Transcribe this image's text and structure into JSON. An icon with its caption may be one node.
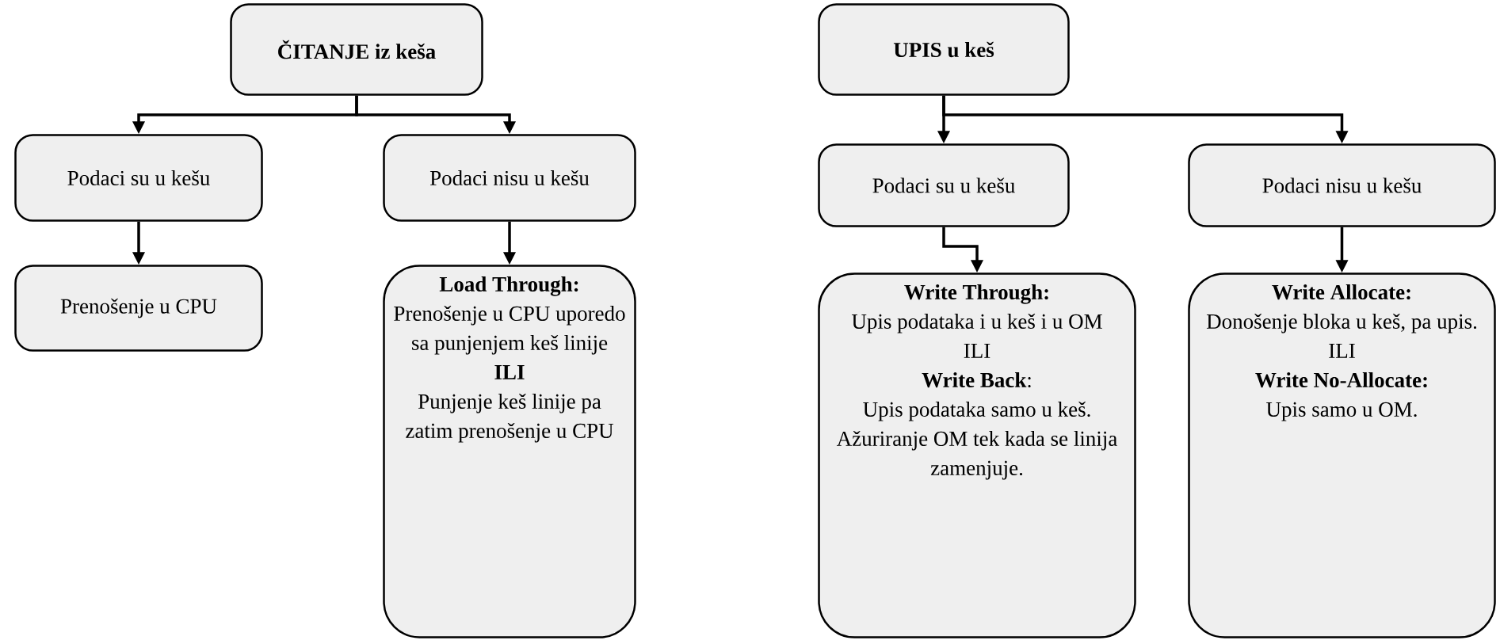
{
  "diagram": {
    "nodes": [
      {
        "text": [
          "ČITANJE iz keša"
        ]
      },
      {
        "text": [
          "Podaci su u kešu"
        ]
      },
      {
        "text": [
          "Podaci nisu u kešu"
        ]
      },
      {
        "text": [
          "Prenošenje u CPU"
        ]
      },
      {
        "text": [
          "**Load Through:**",
          "Prenošenje u CPU uporedo sa punjenjem keš linije",
          "**ILI**",
          "Punjenje keš linije pa zatim prenošenje u CPU"
        ]
      },
      {
        "text": [
          "UPIS u keš"
        ]
      },
      {
        "text": [
          "Podaci su u kešu"
        ]
      },
      {
        "text": [
          "Podaci nisu u kešu"
        ]
      },
      {
        "text": [
          "**Write Through:**",
          "Upis podataka i u keš i u OM",
          "ILI",
          "**Write Back**:",
          "Upis podataka samo u keš. Ažuriranje OM tek kada se linija zamenjuje."
        ]
      },
      {
        "text": [
          "**Write Allocate:**",
          "Donošenje bloka u keš, pa upis.",
          "ILI",
          "**Write No-Allocate:**",
          "Upis samo u OM."
        ]
      }
    ],
    "edges": [
      {
        "from": 0,
        "to": 1,
        "arrow": "to"
      },
      {
        "from": 0,
        "to": 2,
        "arrow": "to"
      },
      {
        "from": 1,
        "to": 3,
        "arrow": "to"
      },
      {
        "from": 2,
        "to": 4,
        "arrow": "to"
      },
      {
        "from": 5,
        "to": 6,
        "arrow": "to"
      },
      {
        "from": 5,
        "to": 7,
        "arrow": "to"
      },
      {
        "from": 6,
        "to": 8,
        "arrow": "to"
      },
      {
        "from": 7,
        "to": 9,
        "arrow": "to"
      }
    ]
  }
}
